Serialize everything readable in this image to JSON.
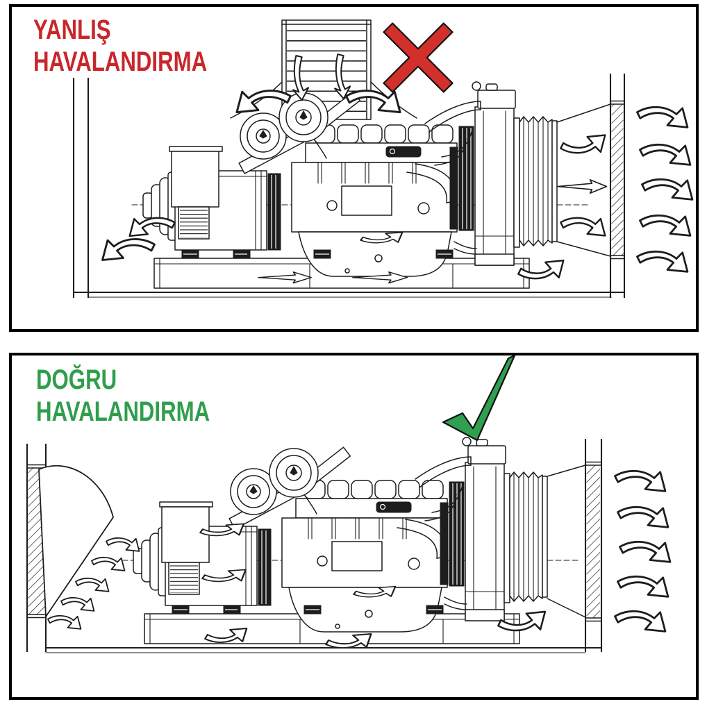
{
  "colors": {
    "line": "#1d1d1d",
    "x_mark_red": "#d3302c",
    "title_red": "#c9262b",
    "check_green": "#2f9f50",
    "title_green": "#2f9e4c"
  },
  "panels": [
    {
      "id": "wrong-ventilation",
      "title_line1": "YANLIŞ",
      "title_line2": "HAVALANDIRMA",
      "verdict_icon": "x-mark",
      "drawing": "generator room with ceiling intake duct blowing down onto genset, air recirculating, exhaust through right wall louver"
    },
    {
      "id": "correct-ventilation",
      "title_line1": "DOĞRU",
      "title_line2": "HAVALANDIRMA",
      "verdict_icon": "check-mark",
      "drawing": "generator room with left wall inlet louver and deflector, airflow through genset and radiator, exhaust through right wall louver"
    }
  ]
}
